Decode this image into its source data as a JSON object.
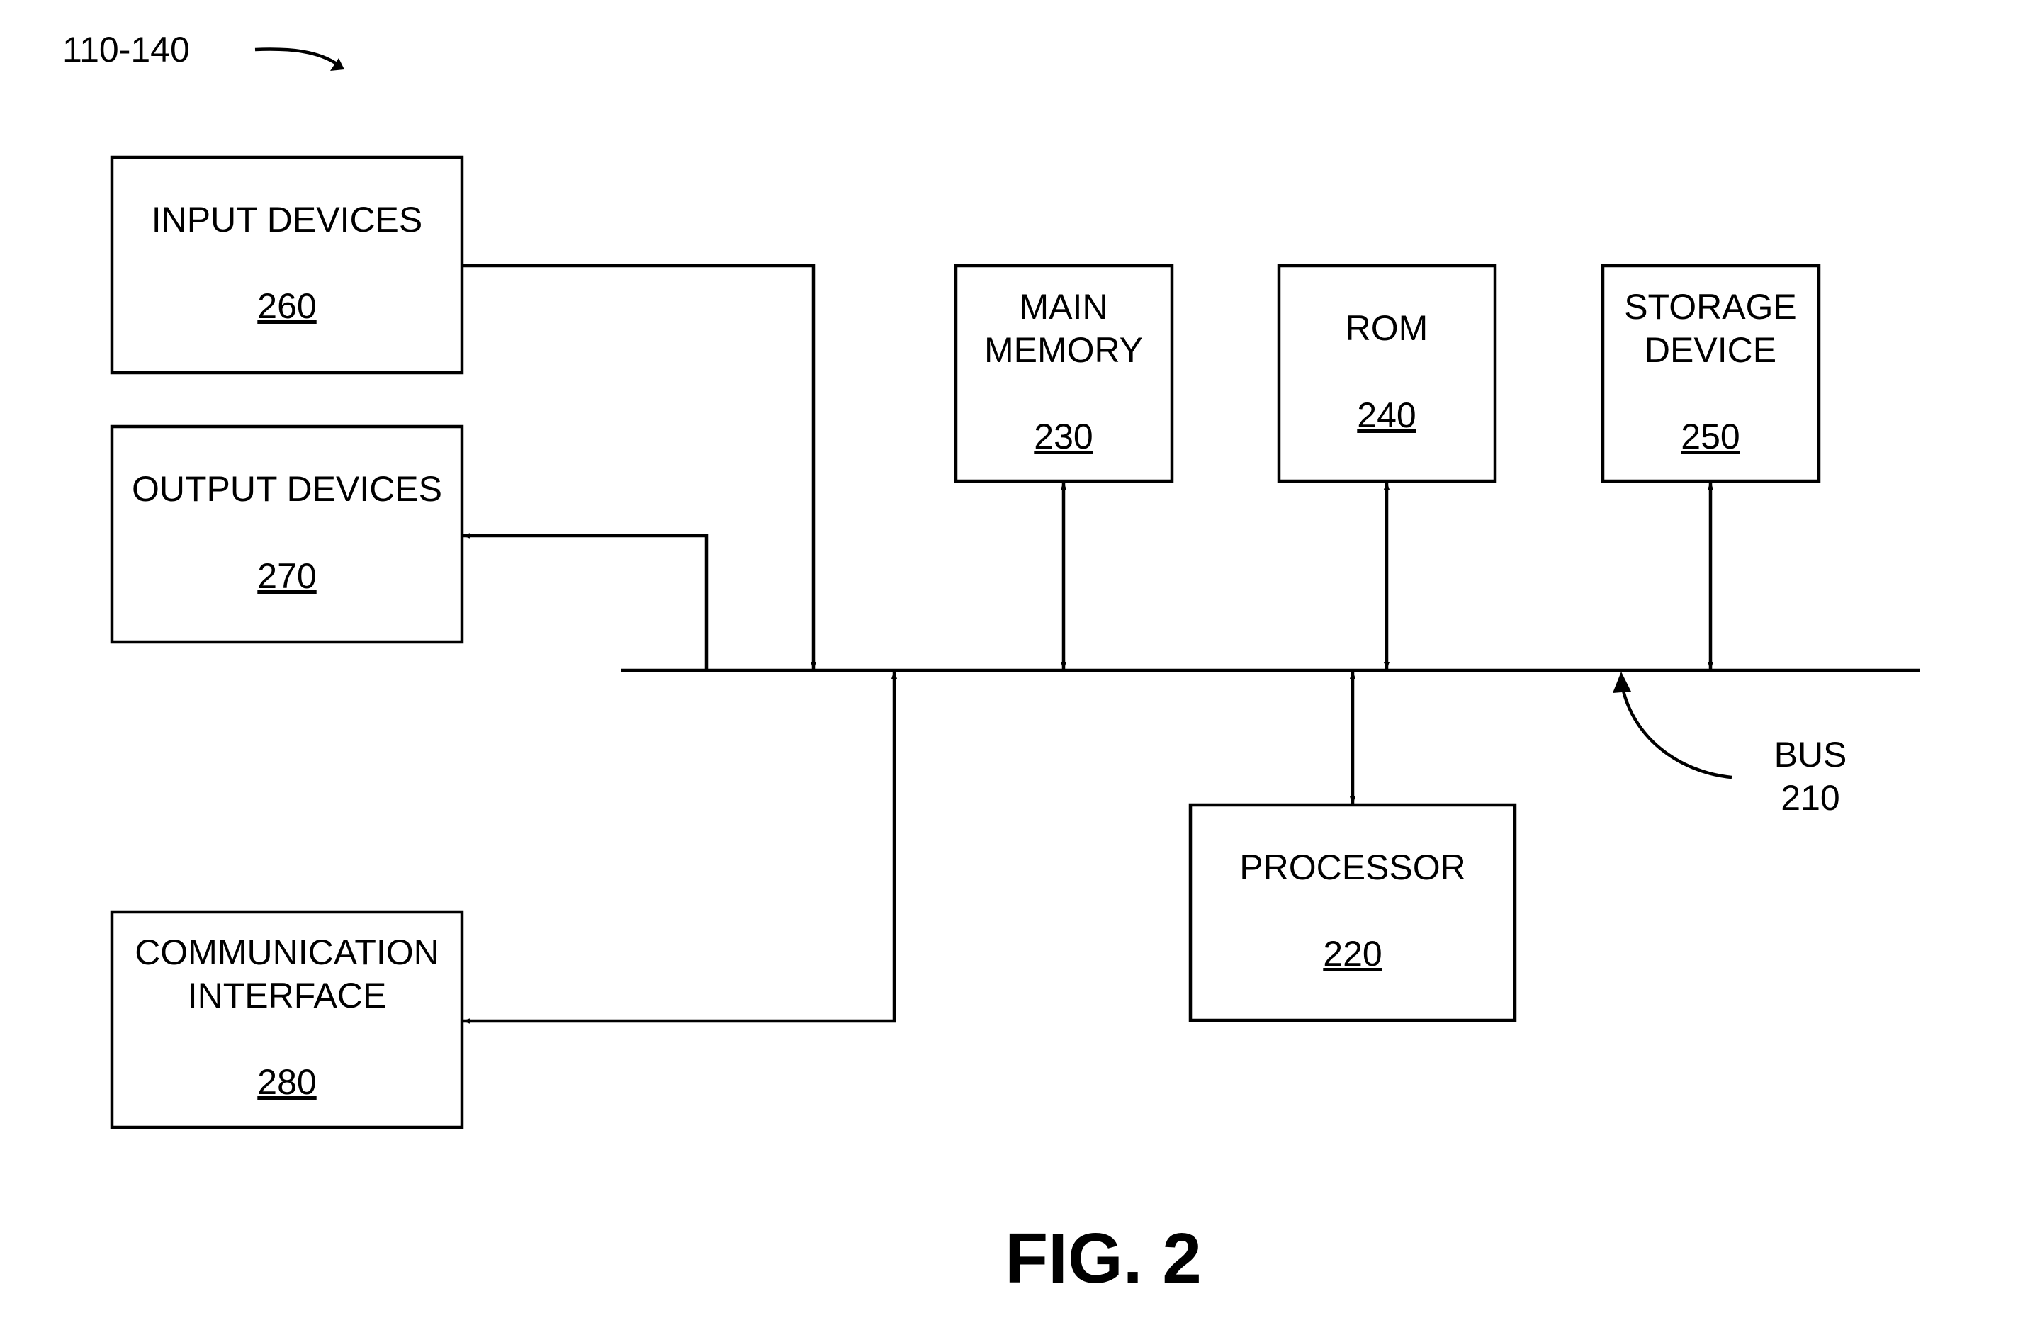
{
  "figure_ref": "110-140",
  "figure_caption": "FIG. 2",
  "bus": {
    "line1": "BUS",
    "line2": "210"
  },
  "boxes": {
    "input_devices": {
      "line1": "INPUT DEVICES",
      "ref": "260"
    },
    "output_devices": {
      "line1": "OUTPUT DEVICES",
      "ref": "270"
    },
    "comm_interface": {
      "line1": "COMMUNICATION",
      "line2": "INTERFACE",
      "ref": "280"
    },
    "main_memory": {
      "line1": "MAIN",
      "line2": "MEMORY",
      "ref": "230"
    },
    "rom": {
      "line1": "ROM",
      "ref": "240"
    },
    "storage_device": {
      "line1": "STORAGE",
      "line2": "DEVICE",
      "ref": "250"
    },
    "processor": {
      "line1": "PROCESSOR",
      "ref": "220"
    }
  }
}
